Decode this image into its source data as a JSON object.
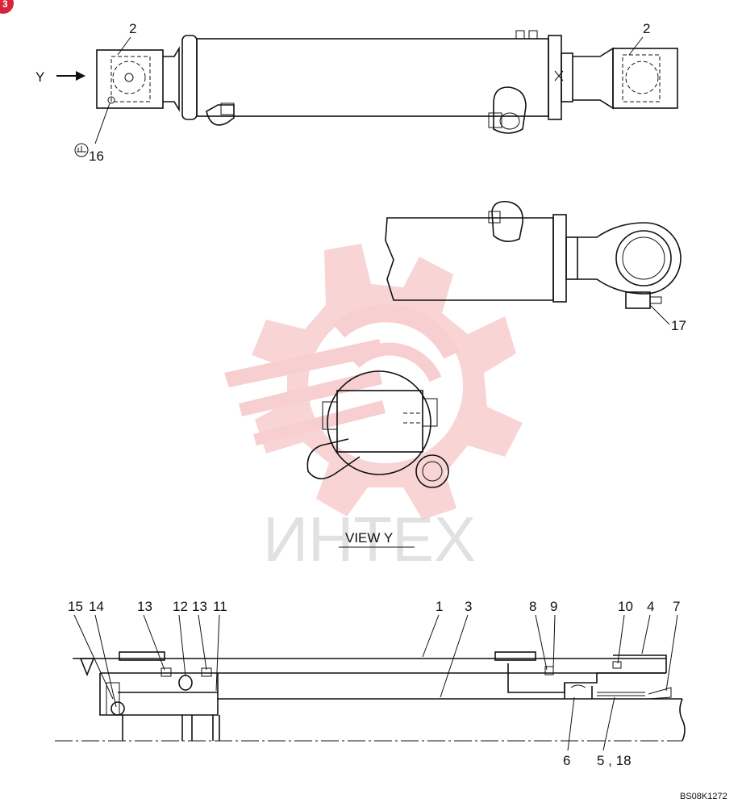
{
  "drawing": {
    "corner_badge": "3",
    "view_arrow_label": "Y",
    "view_caption": "VIEW Y",
    "watermark_text": "ИНТЕХ",
    "figure_code": "BS08K1272",
    "top_view_callouts": [
      "2",
      "2",
      "16"
    ],
    "rod_end_view_callouts": [
      "17"
    ],
    "section_callouts": [
      "15",
      "14",
      "13",
      "12",
      "13",
      "11",
      "1",
      "3",
      "8",
      "9",
      "10",
      "4",
      "7",
      "6",
      "5 , 18"
    ]
  },
  "colors": {
    "ink": "#111111",
    "watermark": "#f7cfd0",
    "badge": "#d9233a"
  }
}
